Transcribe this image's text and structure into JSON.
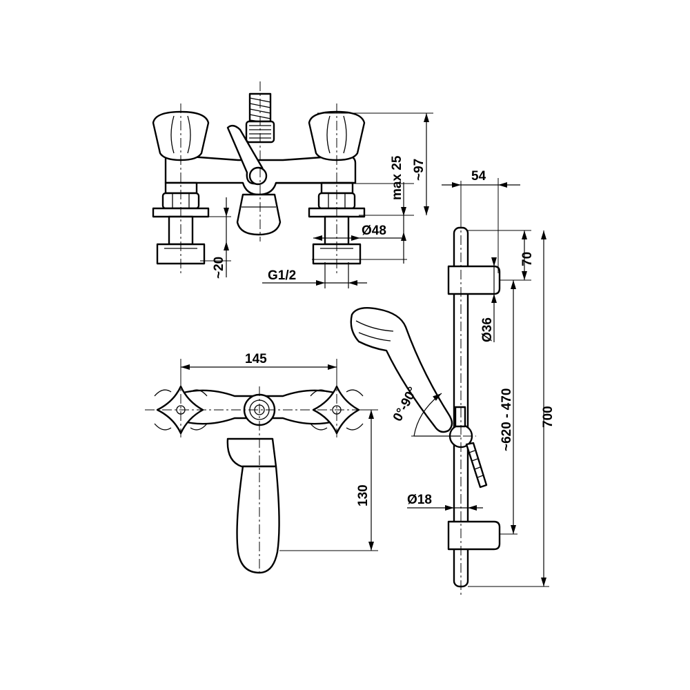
{
  "dimensions": {
    "max_25": "max 25",
    "approx_97": "~97",
    "d48": "Ø48",
    "approx_20": "~20",
    "g12": "G1/2",
    "w145": "145",
    "h130": "130",
    "w54": "54",
    "h70": "70",
    "d36": "Ø36",
    "range_620_470": "~620 - 470",
    "h700": "700",
    "angle": "0°-90°",
    "d18": "Ø18"
  }
}
